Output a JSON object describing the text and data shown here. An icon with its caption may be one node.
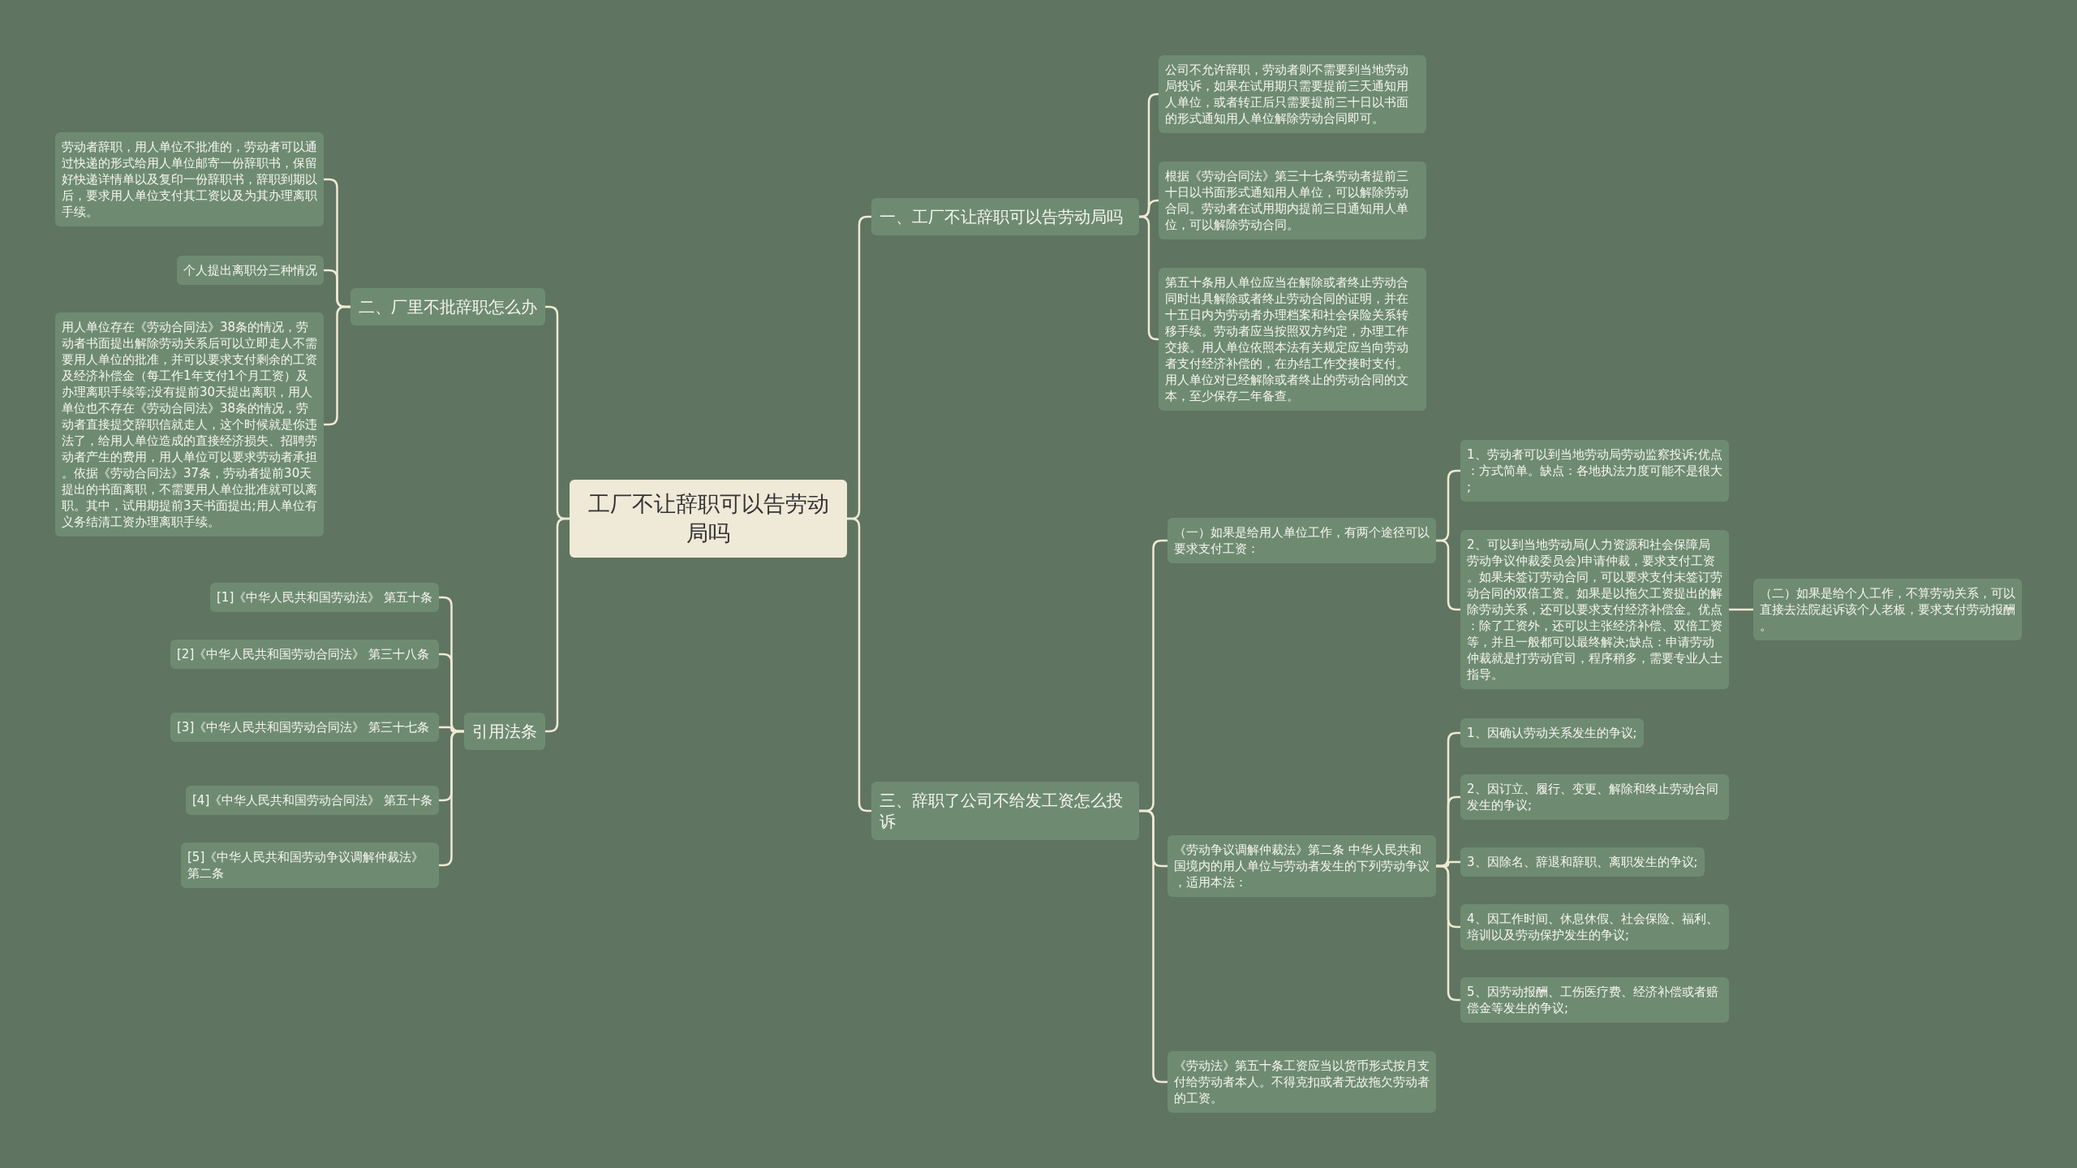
{
  "diagram": {
    "nodes": [
      {
        "text": [
          "工厂不让辞职可以告劳动局吗"
        ]
      },
      {
        "text": [
          "一、工厂不让辞职可以告劳动局吗"
        ]
      },
      {
        "text": [
          "公司不允许辞职，劳动者则不需要到当地劳动局投诉，如果在试用期只需要提前三天通知用人单位，或者转正后只需要提前三十日以书面的形式通知用人单位解除劳动合同即可。"
        ]
      },
      {
        "text": [
          "根据《劳动合同法》第三十七条劳动者提前三十日以书面形式通知用人单位，可以解除劳动合同。劳动者在试用期内提前三日通知用人单位，可以解除劳动合同。"
        ]
      },
      {
        "text": [
          "第五十条用人单位应当在解除或者终止劳动合同时出具解除或者终止劳动合同的证明，并在十五日内为劳动者办理档案和社会保险关系转移手续。劳动者应当按照双方约定，办理工作交接。用人单位依照本法有关规定应当向劳动者支付经济补偿的，在办结工作交接时支付。用人单位对已经解除或者终止的劳动合同的文本，至少保存二年备查。"
        ]
      },
      {
        "text": [
          "三、辞职了公司不给发工资怎么投诉"
        ]
      },
      {
        "text": [
          "（一）如果是给用人单位工作，有两个途径可以要求支付工资："
        ]
      },
      {
        "text": [
          "1、劳动者可以到当地劳动局劳动监察投诉;优点：方式简单。缺点：各地执法力度可能不是很大;"
        ]
      },
      {
        "text": [
          "2、可以到当地劳动局(人力资源和社会保障局劳动争议仲裁委员会)申请仲裁，要求支付工资。如果未签订劳动合同，可以要求支付未签订劳动合同的双倍工资。如果是以拖欠工资提出的解除劳动关系，还可以要求支付经济补偿金。优点：除了工资外，还可以主张经济补偿、双倍工资等，并且一般都可以最终解决;缺点：申请劳动仲裁就是打劳动官司，程序稍多，需要专业人士指导。"
        ]
      },
      {
        "text": [
          "（二）如果是给个人工作，不算劳动关系，可以直接去法院起诉该个人老板，要求支付劳动报酬。"
        ]
      },
      {
        "text": [
          "《劳动争议调解仲裁法》第二条 中华人民共和国境内的用人单位与劳动者发生的下列劳动争议，适用本法："
        ]
      },
      {
        "text": [
          "1、因确认劳动关系发生的争议;"
        ]
      },
      {
        "text": [
          "2、因订立、履行、变更、解除和终止劳动合同发生的争议;"
        ]
      },
      {
        "text": [
          "3、因除名、辞退和辞职、离职发生的争议;"
        ]
      },
      {
        "text": [
          "4、因工作时间、休息休假、社会保险、福利、培训以及劳动保护发生的争议;"
        ]
      },
      {
        "text": [
          "5、因劳动报酬、工伤医疗费、经济补偿或者赔偿金等发生的争议;"
        ]
      },
      {
        "text": [
          "《劳动法》第五十条工资应当以货币形式按月支付给劳动者本人。不得克扣或者无故拖欠劳动者的工资。"
        ]
      },
      {
        "text": [
          "二、厂里不批辞职怎么办"
        ]
      },
      {
        "text": [
          "劳动者辞职，用人单位不批准的，劳动者可以通过快递的形式给用人单位邮寄一份辞职书，保留好快递详情单以及复印一份辞职书，辞职到期以后，要求用人单位支付其工资以及为其办理离职手续。"
        ]
      },
      {
        "text": [
          "个人提出离职分三种情况"
        ]
      },
      {
        "text": [
          "用人单位存在《劳动合同法》38条的情况，劳动者书面提出解除劳动关系后可以立即走人不需要用人单位的批准，并可以要求支付剩余的工资及经济补偿金（每工作1年支付1个月工资）及办理离职手续等;没有提前30天提出离职，用人单位也不存在《劳动合同法》38条的情况，劳动者直接提交辞职信就走人，这个时候就是你违法了，给用人单位造成的直接经济损失、招聘劳动者产生的费用，用人单位可以要求劳动者承担。依据《劳动合同法》37条，劳动者提前30天提出的书面离职，不需要用人单位批准就可以离职。其中，试用期提前3天书面提出;用人单位有义务结清工资办理离职手续。"
        ]
      },
      {
        "text": [
          "引用法条"
        ]
      },
      {
        "text": [
          "[1]《中华人民共和国劳动法》 第五十条"
        ]
      },
      {
        "text": [
          "[2]《中华人民共和国劳动合同法》 第三十八条"
        ]
      },
      {
        "text": [
          "[3]《中华人民共和国劳动合同法》 第三十七条"
        ]
      },
      {
        "text": [
          "[4]《中华人民共和国劳动合同法》 第五十条"
        ]
      },
      {
        "text": [
          "[5]《中华人民共和国劳动争议调解仲裁法》第二条"
        ]
      }
    ],
    "edges": [
      {
        "from": 0,
        "to": 1,
        "arrow": "none"
      },
      {
        "from": 1,
        "to": 2,
        "arrow": "none"
      },
      {
        "from": 1,
        "to": 3,
        "arrow": "none"
      },
      {
        "from": 1,
        "to": 4,
        "arrow": "none"
      },
      {
        "from": 0,
        "to": 5,
        "arrow": "none"
      },
      {
        "from": 5,
        "to": 6,
        "arrow": "none"
      },
      {
        "from": 6,
        "to": 7,
        "arrow": "none"
      },
      {
        "from": 6,
        "to": 8,
        "arrow": "none"
      },
      {
        "from": 8,
        "to": 9,
        "arrow": "none"
      },
      {
        "from": 5,
        "to": 10,
        "arrow": "none"
      },
      {
        "from": 10,
        "to": 11,
        "arrow": "none"
      },
      {
        "from": 10,
        "to": 12,
        "arrow": "none"
      },
      {
        "from": 10,
        "to": 13,
        "arrow": "none"
      },
      {
        "from": 10,
        "to": 14,
        "arrow": "none"
      },
      {
        "from": 10,
        "to": 15,
        "arrow": "none"
      },
      {
        "from": 5,
        "to": 16,
        "arrow": "none"
      },
      {
        "from": 0,
        "to": 17,
        "arrow": "none"
      },
      {
        "from": 17,
        "to": 18,
        "arrow": "none"
      },
      {
        "from": 17,
        "to": 19,
        "arrow": "none"
      },
      {
        "from": 17,
        "to": 20,
        "arrow": "none"
      },
      {
        "from": 0,
        "to": 21,
        "arrow": "none"
      },
      {
        "from": 21,
        "to": 22,
        "arrow": "none"
      },
      {
        "from": 21,
        "to": 23,
        "arrow": "none"
      },
      {
        "from": 21,
        "to": 24,
        "arrow": "none"
      },
      {
        "from": 21,
        "to": 25,
        "arrow": "none"
      },
      {
        "from": 21,
        "to": 26,
        "arrow": "none"
      }
    ]
  }
}
